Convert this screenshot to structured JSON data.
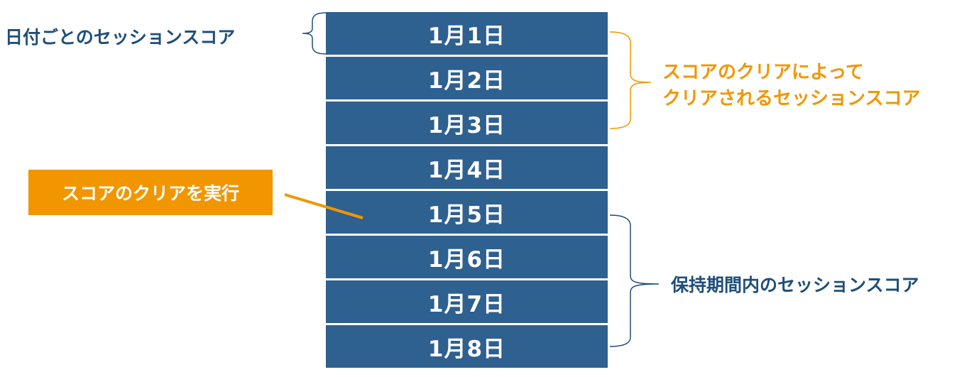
{
  "days": [
    "1月1日",
    "1月2日",
    "1月3日",
    "1月4日",
    "1月5日",
    "1月6日",
    "1月7日",
    "1月8日"
  ],
  "labels": {
    "per_day_score": "日付ごとのセッションスコア",
    "cleared_score_line1": "スコアのクリアによって",
    "cleared_score_line2": "クリアされるセッションスコア",
    "retained_score": "保持期間内のセッションスコア"
  },
  "callout": {
    "text": "スコアのクリアを実行"
  },
  "colors": {
    "row_fill": "#2e6090",
    "row_text": "#ffffff",
    "blue_text": "#1f4e79",
    "orange": "#f29600"
  }
}
